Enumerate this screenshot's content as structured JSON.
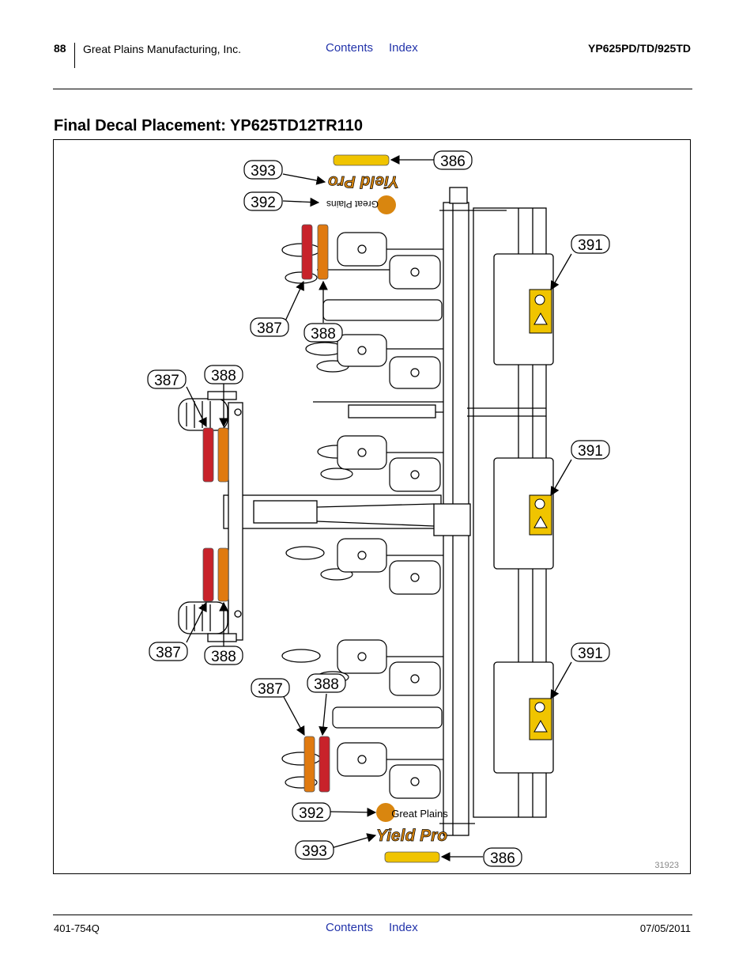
{
  "header": {
    "page_number": "88",
    "company": "Great Plains Manufacturing, Inc.",
    "contents_link": "Contents",
    "index_link": "Index",
    "model": "YP625PD/TD/925TD"
  },
  "title": "Final Decal Placement: YP625TD12TR110",
  "figure": {
    "callouts": {
      "c386_top": "386",
      "c393_top": "393",
      "c392_top": "392",
      "c391_a": "391",
      "c387_a": "387",
      "c388_a": "388",
      "c387_b": "387",
      "c388_b": "388",
      "c391_b": "391",
      "c387_c": "387",
      "c388_c": "388",
      "c391_c": "391",
      "c387_d": "387",
      "c388_d": "388",
      "c392_bot": "392",
      "c393_bot": "393",
      "c386_bot": "386"
    },
    "logo_yield_pro": "Yield Pro",
    "logo_great_plains": "Great Plains",
    "figure_number": "31923"
  },
  "footer": {
    "doc_number": "401-754Q",
    "contents_link": "Contents",
    "index_link": "Index",
    "date": "07/05/2011"
  },
  "colors": {
    "red_decal": "#c8222a",
    "amber_decal": "#e07a10",
    "yellow_decal": "#f0c400",
    "logo_orange": "#d9860f",
    "link": "#2233aa"
  }
}
